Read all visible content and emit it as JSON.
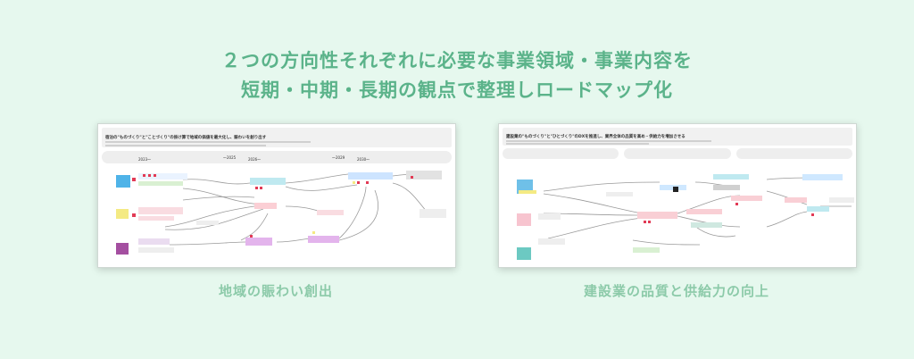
{
  "headline": {
    "line1": "２つの方向性それぞれに必要な事業領域・事業内容を",
    "line2": "短期・中期・長期の観点で整理しロードマップ化"
  },
  "panels": {
    "left": {
      "caption": "地域の賑わい創出",
      "title": "宿泊の\"ものづくり\"と\"ことづくり\"の掛け算で地域の価値を最大化し、賑わいを創り出す",
      "phases": [
        "2023〜",
        "2026〜",
        "2030〜"
      ],
      "years": [
        "〜2025",
        "〜2029"
      ]
    },
    "right": {
      "caption": "建設業の品質と供給力の向上",
      "title": "建設業の\"ものづくり\"と\"ひとづくり\"のDXを推進し、業界全体の品質を高め・供給力を増加させる"
    }
  }
}
